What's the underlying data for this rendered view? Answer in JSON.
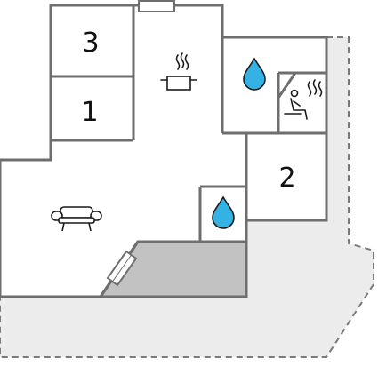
{
  "rooms": [
    {
      "label": "3"
    },
    {
      "label": "1"
    },
    {
      "label": "2"
    }
  ],
  "icons": {
    "kitchen": "cooking-pot-icon",
    "bath_upper": "water-drop-icon",
    "bath_lower": "water-drop-icon",
    "sauna": "sauna-icon",
    "living": "sofa-icon",
    "window_top": "window-icon",
    "door_diagonal": "door-icon"
  },
  "colors": {
    "wall": "#6e6e6e",
    "terrace_light": "#ececec",
    "terrace_dark": "#c2c2c2",
    "drop": "#34b2e4",
    "background": "#ffffff"
  }
}
